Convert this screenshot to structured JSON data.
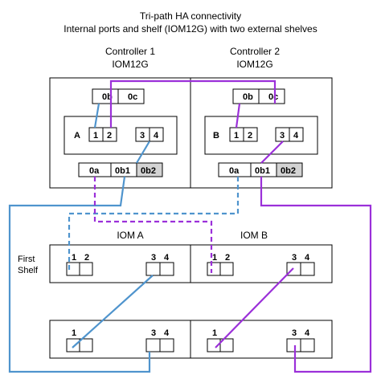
{
  "title": {
    "line1": "Tri-path HA connectivity",
    "line2": "Internal ports and shelf (IOM12G) with two external shelves"
  },
  "controllers": [
    {
      "name": "Controller 1",
      "module": "IOM12G"
    },
    {
      "name": "Controller 2",
      "module": "IOM12G"
    }
  ],
  "ports": {
    "p0b": "0b",
    "p0c": "0c",
    "p0a": "0a",
    "p0b1": "0b1",
    "p0b2": "0b2",
    "n1": "1",
    "n2": "2",
    "n3": "3",
    "n4": "4"
  },
  "internal_iom_labels": [
    "A",
    "B"
  ],
  "shelf": {
    "iom_a": "IOM A",
    "iom_b": "IOM B",
    "first_shelf_line1": "First",
    "first_shelf_line2": "Shelf"
  },
  "colors": {
    "blue": "#4f94cd",
    "purple": "#9b30d9",
    "gray_port": "#d3d3d3"
  }
}
